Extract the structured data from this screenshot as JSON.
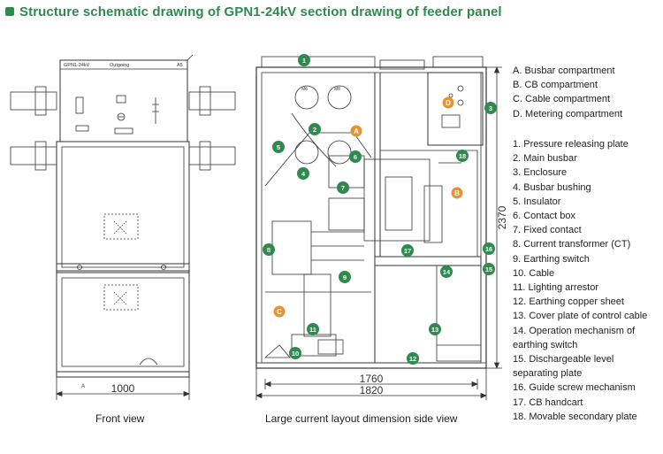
{
  "title": "Structure schematic drawing of GPN1-24kV section drawing of feeder panel",
  "colors": {
    "accent": "#2f8a4e",
    "marker_green": "#2f8a4e",
    "marker_orange": "#e89331",
    "line": "#333333"
  },
  "front_view": {
    "panel_label_left": "GPN1-24kV",
    "panel_label_mid": "Outgoing",
    "panel_label_right": "A5",
    "width_dim": "1000",
    "dim_mark": "A",
    "caption": "Front view"
  },
  "side_view": {
    "width_inner_dim": "1760",
    "width_outer_dim": "1820",
    "height_dim": "2370",
    "caption": "Large current layout dimension side view",
    "mini_labels": [
      "M6",
      "M8"
    ]
  },
  "compartment_markers": [
    "A",
    "B",
    "C",
    "D"
  ],
  "numbered_markers": [
    "1",
    "2",
    "3",
    "4",
    "5",
    "6",
    "7",
    "8",
    "9",
    "10",
    "11",
    "12",
    "13",
    "14",
    "15",
    "16",
    "17",
    "18"
  ],
  "legend_compartments": [
    "A. Busbar compartment",
    "B. CB compartment",
    "C. Cable compartment",
    "D. Metering compartment"
  ],
  "legend_parts": [
    "1. Pressure releasing plate",
    "2. Main busbar",
    "3. Enclosure",
    "4. Busbar bushing",
    "5. Insulator",
    "6. Contact box",
    "7. Fixed contact",
    "8. Current transformer (CT)",
    "9. Earthing switch",
    "10. Cable",
    "11. Lighting arrestor",
    "12. Earthing copper sheet",
    "13. Cover plate of control cable",
    "14. Operation mechanism of",
    "earthing switch",
    "15. Dischargeable level",
    "separating plate",
    "16. Guide screw mechanism",
    "17. CB handcart",
    "18. Movable secondary plate"
  ]
}
